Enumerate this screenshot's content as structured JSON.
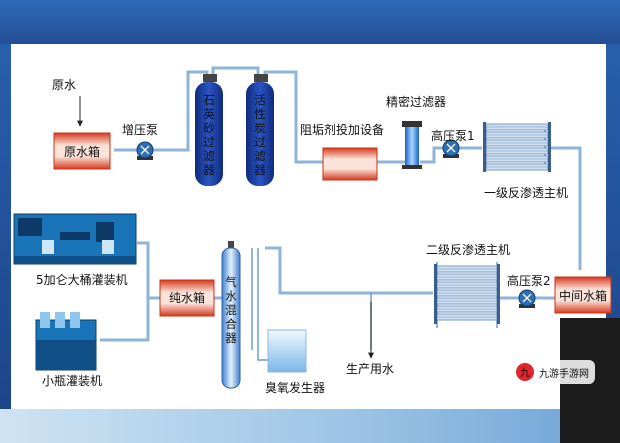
{
  "labels": {
    "raw_water": "原水",
    "raw_water_tank": "原水箱",
    "booster_pump": "增压泵",
    "quartz_sand_filter": [
      "石",
      "英",
      "砂",
      "过",
      "滤",
      "器"
    ],
    "carbon_filter": [
      "活",
      "性",
      "炭",
      "过",
      "滤",
      "器"
    ],
    "antiscalant_device": "阻垢剂投加设备",
    "precision_filter": "精密过滤器",
    "high_pressure_pump_1": "高压泵1",
    "primary_ro": "一级反渗透主机",
    "secondary_ro": "二级反渗透主机",
    "high_pressure_pump_2": "高压泵2",
    "intermediate_tank": "中间水箱",
    "pure_water_tank": "纯水箱",
    "gas_water_mixer": [
      "气",
      "水",
      "混",
      "合",
      "器"
    ],
    "ozone_generator": "臭氧发生器",
    "production_water": "生产用水",
    "barrel_filler": "5加仑大桶灌装机",
    "bottle_filler": "小瓶灌装机"
  },
  "watermark": "九游手游网",
  "colors": {
    "pipe": "#8fb3d9",
    "tank_red": "#e04a2a",
    "tank_light": "#fde8e0",
    "filter_blue": "#1d3e9e",
    "machine_blue": "#1a74b8",
    "pump_blue": "#2b6fb5"
  }
}
